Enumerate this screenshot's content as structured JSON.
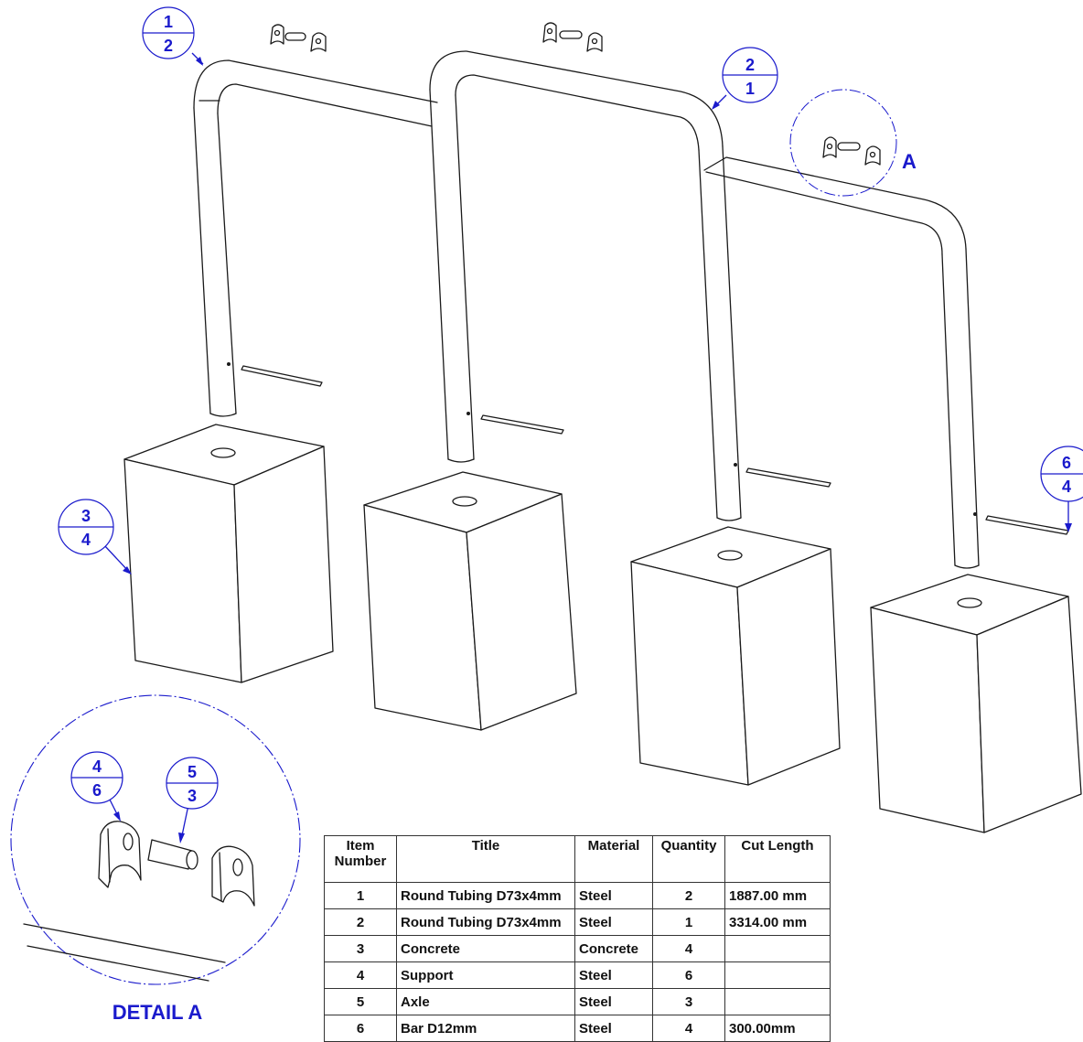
{
  "balloons": [
    {
      "item": "1",
      "qty": "2"
    },
    {
      "item": "2",
      "qty": "1"
    },
    {
      "item": "3",
      "qty": "4"
    },
    {
      "item": "6",
      "qty": "4"
    },
    {
      "item": "4",
      "qty": "6"
    },
    {
      "item": "5",
      "qty": "3"
    }
  ],
  "detail_letter": "A",
  "detail_title": "DETAIL A",
  "bom": {
    "headers": [
      "Item Number",
      "Title",
      "Material",
      "Quantity",
      "Cut Length"
    ],
    "rows": [
      {
        "item": "1",
        "title": "Round Tubing D73x4mm",
        "material": "Steel",
        "qty": "2",
        "cut": "1887.00 mm"
      },
      {
        "item": "2",
        "title": "Round Tubing D73x4mm",
        "material": "Steel",
        "qty": "1",
        "cut": "3314.00 mm"
      },
      {
        "item": "3",
        "title": "Concrete",
        "material": "Concrete",
        "qty": "4",
        "cut": ""
      },
      {
        "item": "4",
        "title": "Support",
        "material": "Steel",
        "qty": "6",
        "cut": ""
      },
      {
        "item": "5",
        "title": "Axle",
        "material": "Steel",
        "qty": "3",
        "cut": ""
      },
      {
        "item": "6",
        "title": "Bar D12mm",
        "material": "Steel",
        "qty": "4",
        "cut": "300.00mm"
      }
    ]
  },
  "colors": {
    "annotation": "#1a1acc",
    "linework": "#1a1a1a"
  }
}
